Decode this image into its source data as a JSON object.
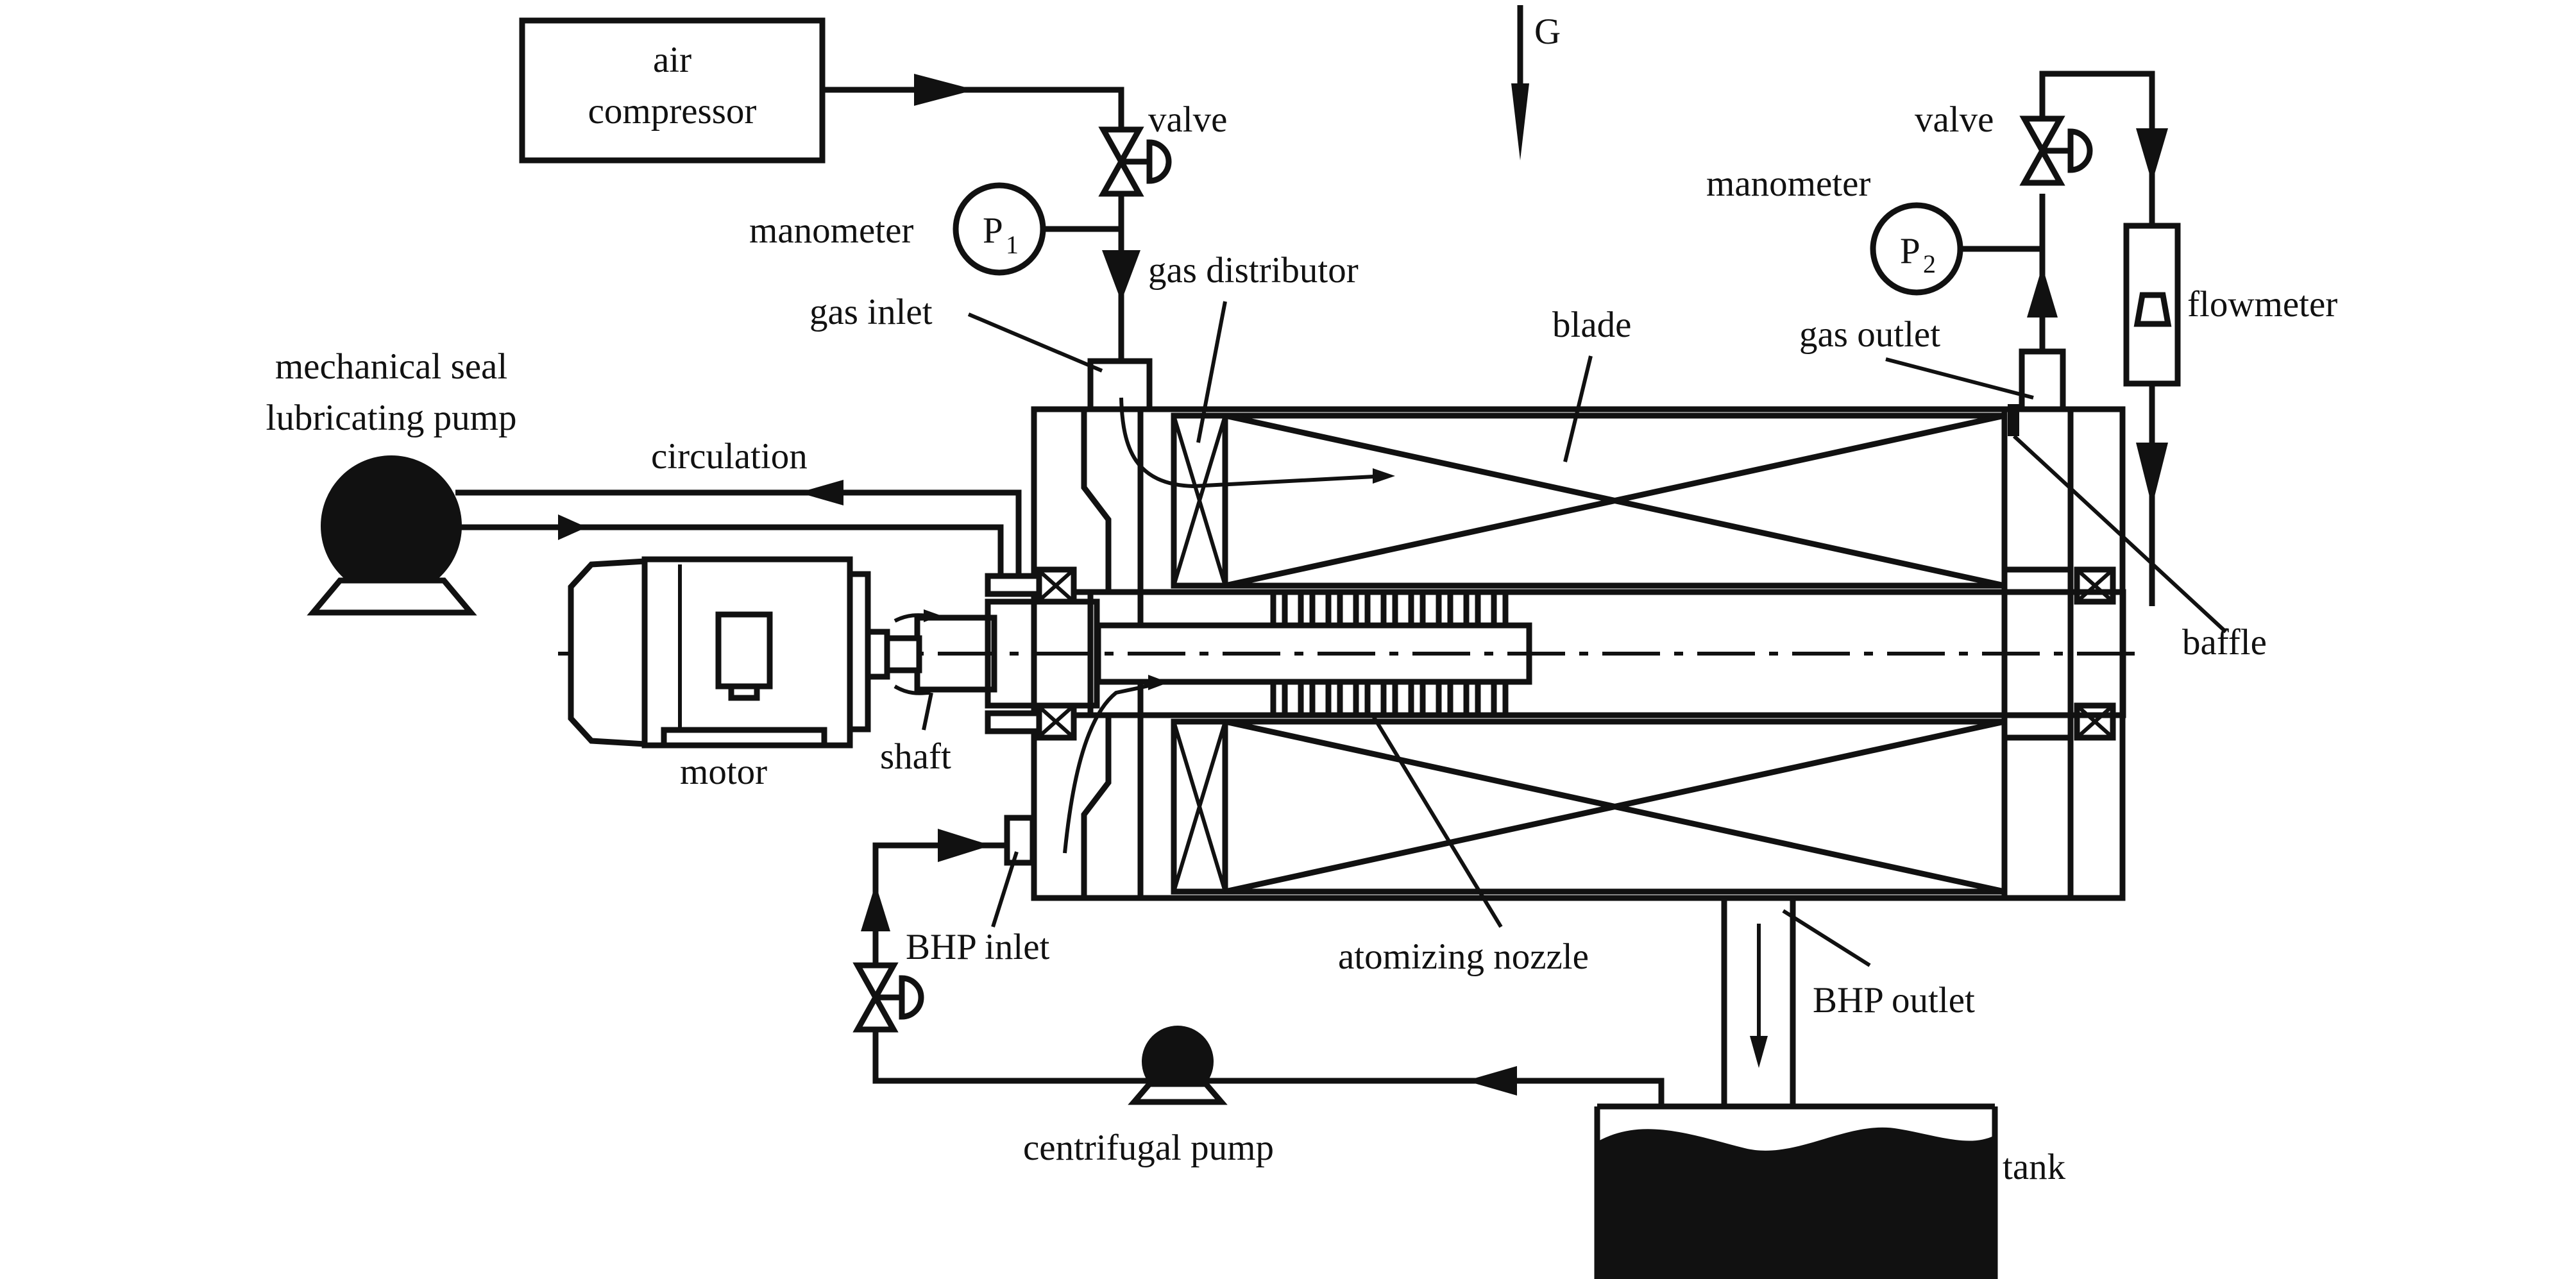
{
  "labels": {
    "air_compressor_line1": "air",
    "air_compressor_line2": "compressor",
    "valve_left": "valve",
    "valve_right": "valve",
    "gravity": "G",
    "manometer_left": "manometer",
    "manometer_right": "manometer",
    "p1_letter": "P",
    "p1_sub": "1",
    "p2_letter": "P",
    "p2_sub": "2",
    "gas_distributor": "gas distributor",
    "gas_inlet": "gas inlet",
    "gas_outlet": "gas outlet",
    "blade": "blade",
    "flowmeter": "flowmeter",
    "mech_seal_line1": "mechanical seal",
    "mech_seal_line2": "lubricating pump",
    "circulation": "circulation",
    "baffle": "baffle",
    "motor": "motor",
    "shaft": "shaft",
    "bhp_inlet": "BHP inlet",
    "atomizing_nozzle": "atomizing nozzle",
    "bhp_outlet": "BHP outlet",
    "centrifugal_pump": "centrifugal pump",
    "tank": "tank"
  },
  "colors": {
    "ink": "#111111",
    "paper": "#ffffff"
  }
}
